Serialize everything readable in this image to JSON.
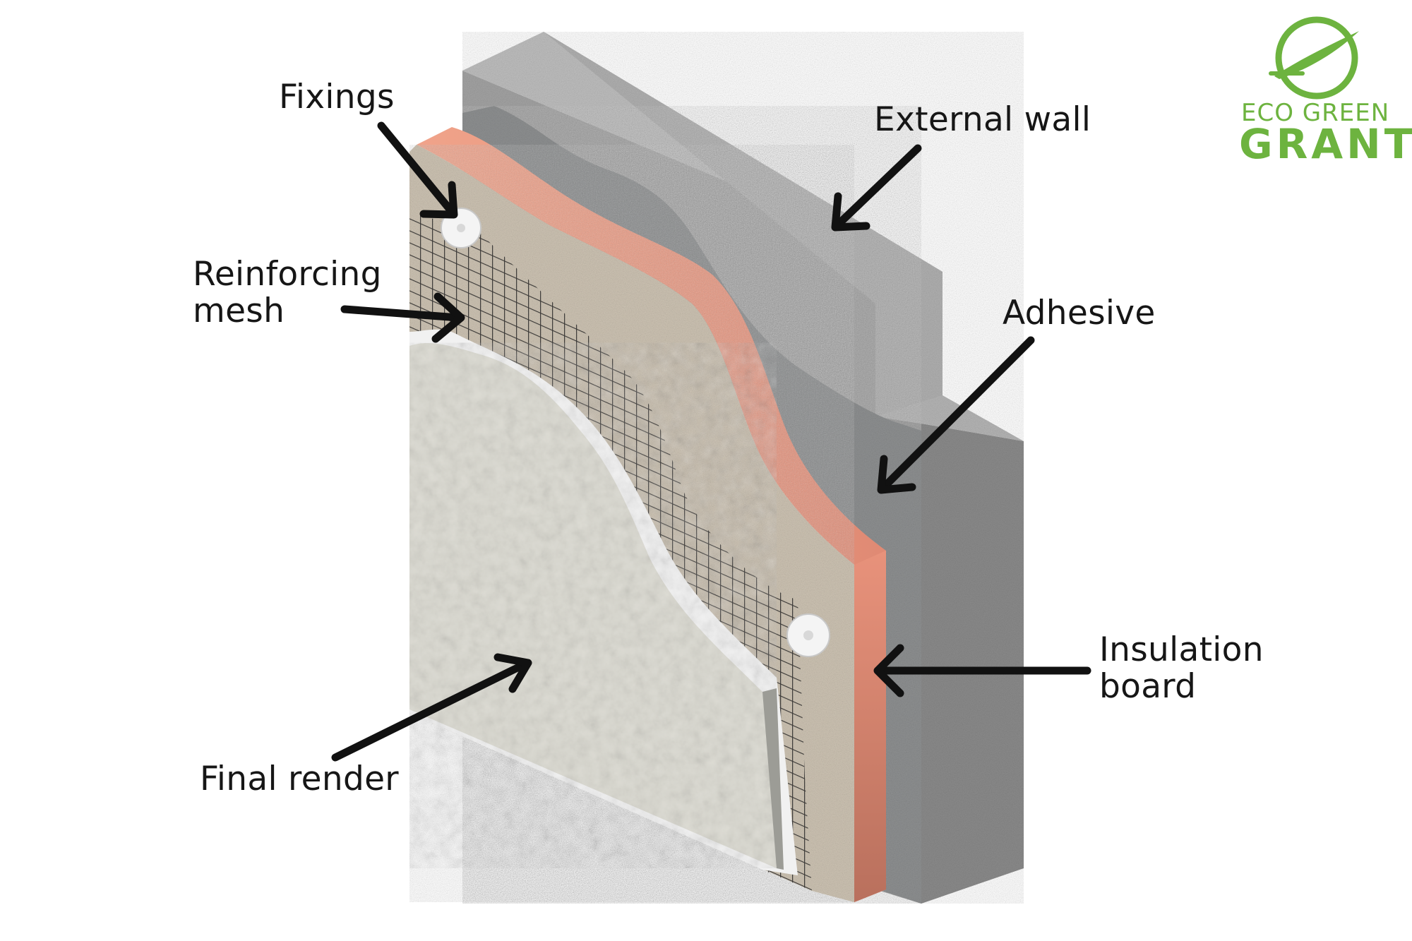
{
  "labels": {
    "fixings": "Fixings",
    "external_wall": "External wall",
    "reinforcing_mesh_line1": "Reinforcing",
    "reinforcing_mesh_line2": "mesh",
    "adhesive": "Adhesive",
    "insulation_board_line1": "Insulation",
    "insulation_board_line2": "board",
    "final_render": "Final render"
  },
  "logo": {
    "line1": "ECO GREEN",
    "line2": "GRANT",
    "color": "#6db33f"
  },
  "colors": {
    "block_face": "#a9a9a9",
    "block_top": "#bcbcbc",
    "block_side": "#8e8e8e",
    "adhesive": "#8f9091",
    "insulation_side": "#e89077",
    "insulation_edge": "#c97a66",
    "base_coat": "#cdc4b5",
    "mesh": "#3c3a38",
    "white_coat": "#efefef",
    "render": "#dcdbd3",
    "arrow": "#111111"
  }
}
